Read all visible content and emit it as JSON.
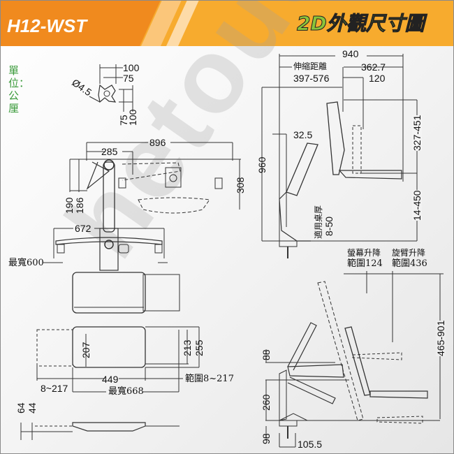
{
  "header": {
    "model": "H12-WST",
    "title": "2D外觀尺寸圖"
  },
  "units": "單位：公厘",
  "watermark": "hetouch.com",
  "colors": {
    "header_dark": "#f08a1e",
    "header_light": "#f7ab2e",
    "units_green": "#3a9a3a",
    "title_green": "#8ac43a"
  },
  "vesa": {
    "w100": "100",
    "w75": "75",
    "hole": "Ø4.5",
    "h75": "75",
    "h100": "100"
  },
  "top_view": {
    "total": "896",
    "offset": "285",
    "depth": "308",
    "d190": "190",
    "d186": "186",
    "span": "672",
    "max_width": "最寬600"
  },
  "tray": {
    "h207": "207",
    "h213": "213",
    "h255": "255",
    "w449": "449",
    "slide_left": "8~217",
    "slide_right": "範圍8~217",
    "max_width": "最寬668",
    "t64": "64",
    "t44": "44"
  },
  "side_view": {
    "total": "940",
    "reach_label": "伸縮距離",
    "reach": "397-576",
    "d362": "362.7",
    "d120": "120",
    "d32": "32.5",
    "height": "960",
    "h327": "327-451",
    "h14": "14-450",
    "desk_label": "適用桌厚",
    "desk": "8-50"
  },
  "range_view": {
    "screen_label": "螢幕升降",
    "screen_range": "範圍124",
    "arm_label": "旋臂升降",
    "arm_range": "範圍436",
    "d88": "88",
    "d260": "260",
    "d98": "98",
    "h465": "465-901",
    "base": "105.5"
  }
}
